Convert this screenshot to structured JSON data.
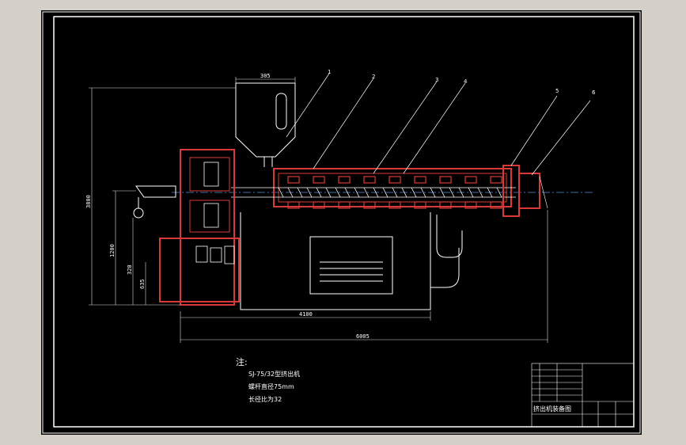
{
  "drawing": {
    "part_numbers": [
      "1",
      "2",
      "3",
      "4",
      "5",
      "6"
    ],
    "dimensions": {
      "hopper_width": "305",
      "overall_height": "3800",
      "center_height": "1200",
      "inlet_height": "320",
      "base_height": "635",
      "base_length": "4100",
      "overall_length": "6005"
    },
    "notes": {
      "heading": "注:",
      "lines": [
        "SJ-75/32型挤出机",
        "螺杆直径75mm",
        "长径比为32"
      ]
    },
    "title_block": {
      "title": "挤出机装备图"
    },
    "colors": {
      "background": "#000000",
      "frame": "#ffffff",
      "section": "#d83a3a",
      "outline": "#ffffff",
      "centerline": "#5a8fd8",
      "dimension": "#e8e8e8"
    }
  }
}
